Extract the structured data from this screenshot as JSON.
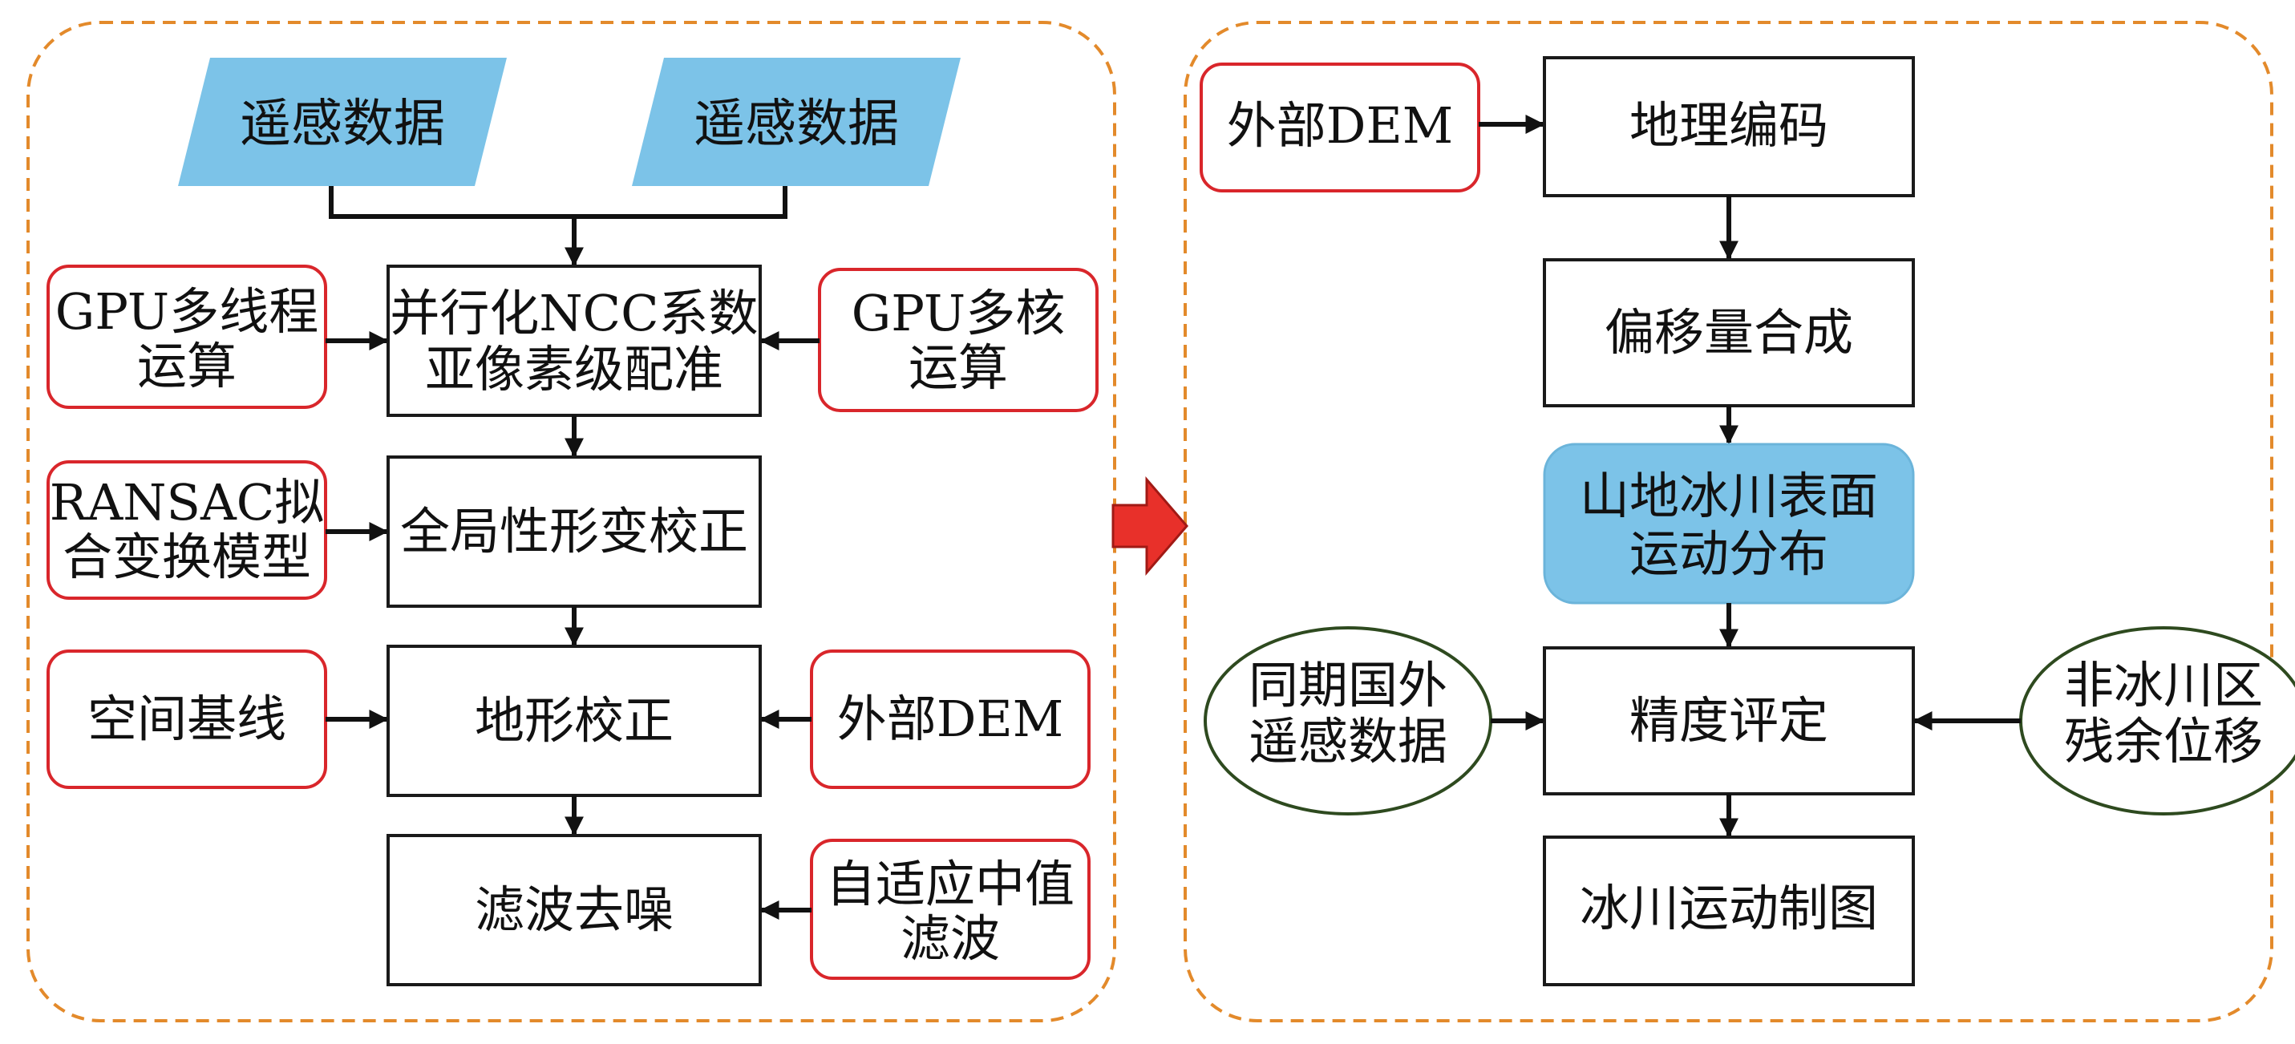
{
  "left_panel": {
    "input_1": "遥感数据",
    "input_2": "遥感数据",
    "step_ncc": [
      "并行化NCC系数",
      "亚像素级配准"
    ],
    "aid_gpu_thread": [
      "GPU多线程",
      "运算"
    ],
    "aid_gpu_core": [
      "GPU多核",
      "运算"
    ],
    "step_global": "全局性形变校正",
    "aid_ransac": [
      "RANSAC拟",
      "合变换模型"
    ],
    "step_terrain": "地形校正",
    "aid_baseline": "空间基线",
    "aid_dem": "外部DEM",
    "step_filter": "滤波去噪",
    "aid_median": [
      "自适应中值",
      "滤波"
    ]
  },
  "right_panel": {
    "aid_dem": "外部DEM",
    "step_geocode": "地理编码",
    "step_offset": "偏移量合成",
    "result": [
      "山地冰川表面",
      "运动分布"
    ],
    "step_accuracy": "精度评定",
    "aid_foreign": [
      "同期国外",
      "遥感数据"
    ],
    "aid_residual": [
      "非冰川区",
      "残余位移"
    ],
    "step_mapping": "冰川运动制图"
  },
  "colors": {
    "panel_border": "#e38a2b",
    "aid_border_red": "#d9262b",
    "aid_border_green": "#2e4a1f",
    "highlight_fill": "#7cc3e8",
    "transition_arrow": "#e8302a"
  }
}
